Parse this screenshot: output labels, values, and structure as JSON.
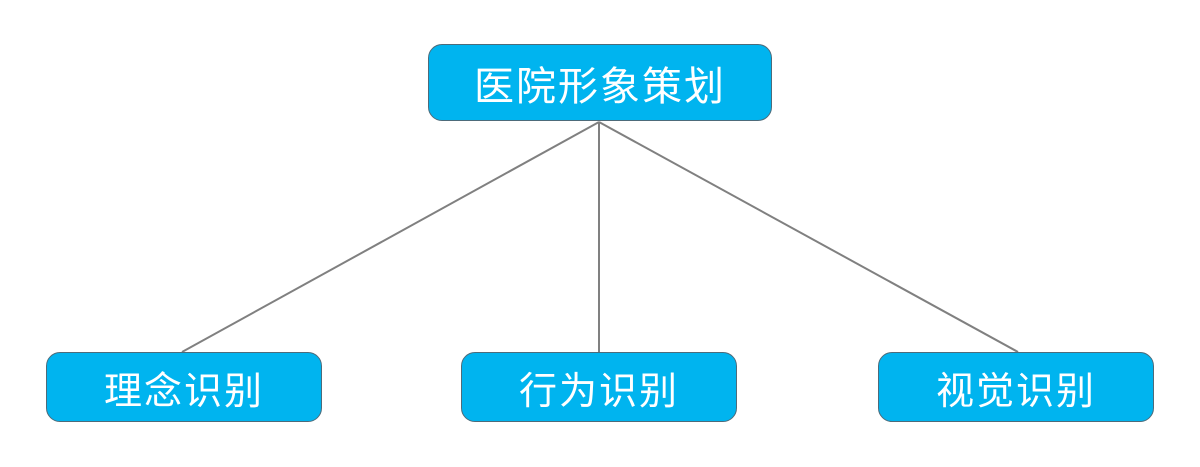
{
  "root": {
    "label": "医院形象策划"
  },
  "children": [
    {
      "label": "理念识别"
    },
    {
      "label": "行为识别"
    },
    {
      "label": "视觉识别"
    }
  ],
  "colors": {
    "node_fill": "#00b4ef",
    "node_border": "#4d6b7a",
    "node_text": "#ffffff",
    "connector": "#808080"
  }
}
